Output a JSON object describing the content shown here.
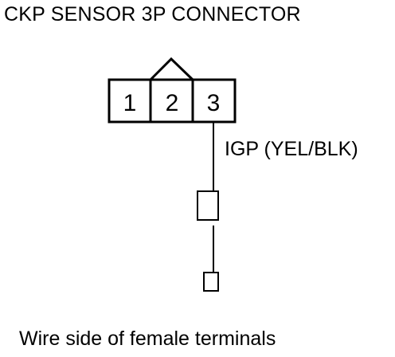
{
  "title": "CKP SENSOR 3P CONNECTOR",
  "connector": {
    "pins": [
      "1",
      "2",
      "3"
    ]
  },
  "wire": {
    "label": "IGP (YEL/BLK)",
    "pin": "3"
  },
  "caption": "Wire side of female terminals",
  "colors": {
    "line": "#000000",
    "background": "#ffffff"
  }
}
